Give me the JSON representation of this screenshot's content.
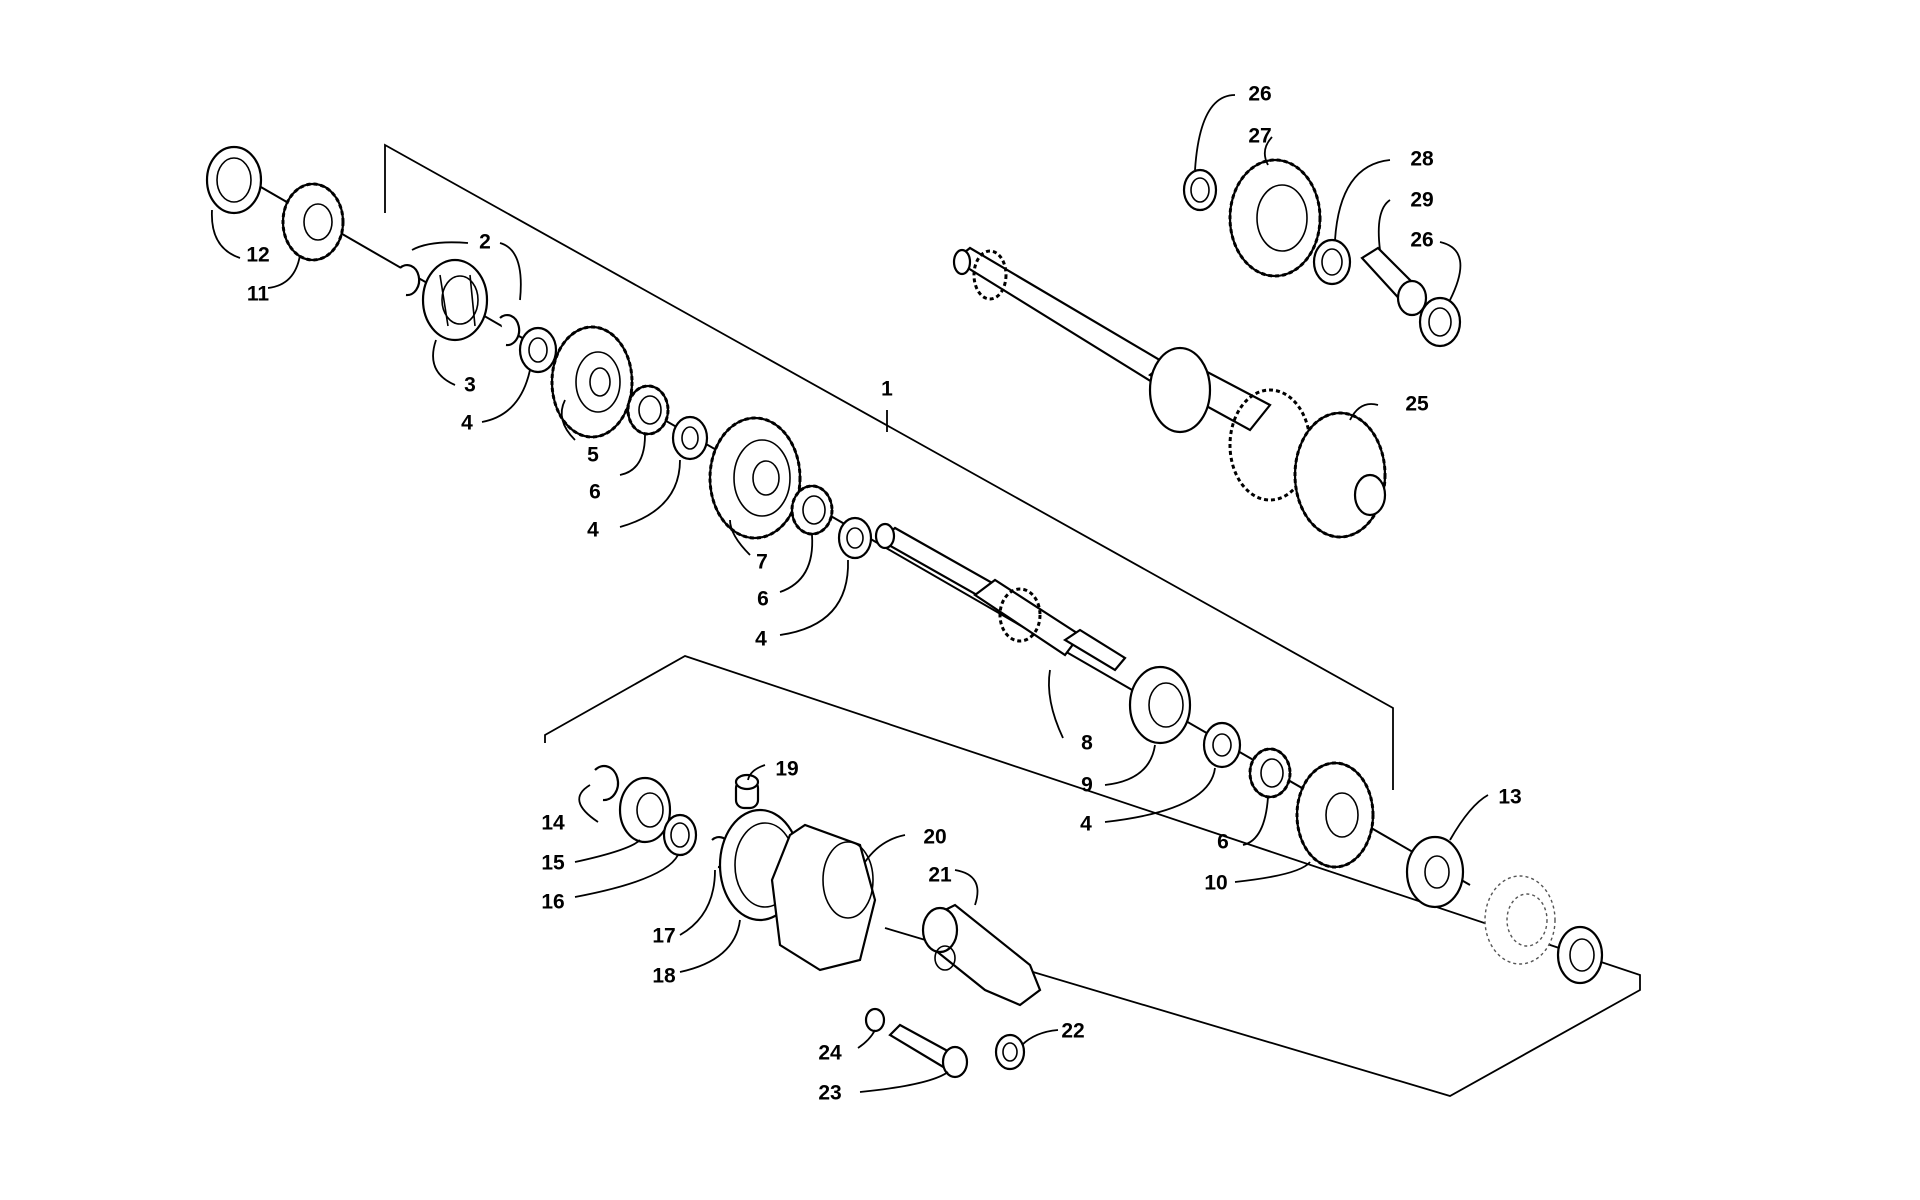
{
  "callouts": {
    "c1": "1",
    "c2": "2",
    "c3": "3",
    "c4a": "4",
    "c4b": "4",
    "c4c": "4",
    "c4d": "4",
    "c5": "5",
    "c6a": "6",
    "c6b": "6",
    "c6c": "6",
    "c7": "7",
    "c8": "8",
    "c9": "9",
    "c10": "10",
    "c11": "11",
    "c12": "12",
    "c13": "13",
    "c14": "14",
    "c15": "15",
    "c16": "16",
    "c17": "17",
    "c18": "18",
    "c19": "19",
    "c20": "20",
    "c21": "21",
    "c22": "22",
    "c23": "23",
    "c24": "24",
    "c25": "25",
    "c26a": "26",
    "c26b": "26",
    "c27": "27",
    "c28": "28",
    "c29": "29"
  }
}
